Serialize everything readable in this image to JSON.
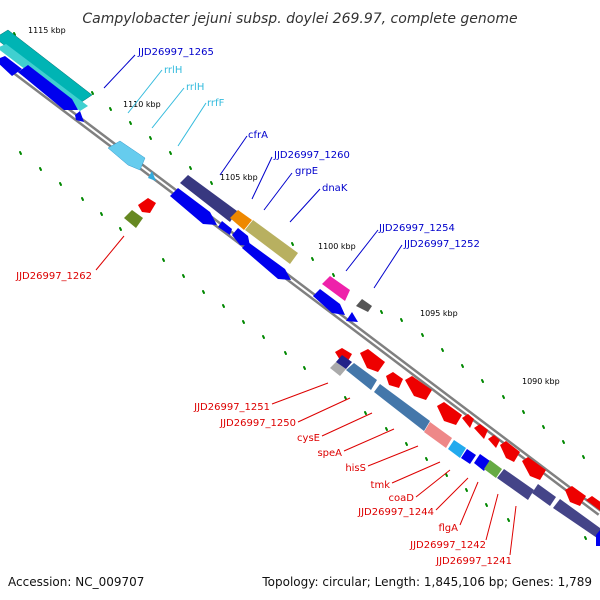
{
  "title": "Campylobacter jejuni subsp. doylei 269.97, complete genome",
  "footer": {
    "accession": "Accession: NC_009707",
    "topology": "Topology: circular; Length: 1,845,106 bp; Genes: 1,789"
  },
  "scale_labels": [
    "1115 kbp",
    "1110 kbp",
    "1105 kbp",
    "1100 kbp",
    "1095 kbp",
    "1090 kbp"
  ],
  "labels_forward": [
    "JJD26997_1265",
    "rrlH",
    "rrlH",
    "rrfF",
    "cfrA",
    "JJD26997_1260",
    "grpE",
    "dnaK",
    "JJD26997_1254",
    "JJD26997_1252"
  ],
  "labels_reverse": [
    "JJD26997_1262",
    "JJD26997_1251",
    "JJD26997_1250",
    "cysE",
    "speA",
    "hisS",
    "tmk",
    "coaD",
    "JJD26997_1244",
    "flgA",
    "JJD26997_1242",
    "JJD26997_1241"
  ],
  "colors": {
    "forward_label": "#0000cc",
    "rna_label": "#33bbdd",
    "reverse_label": "#dd0000",
    "backbone": "#808080",
    "tick": "#008800"
  }
}
